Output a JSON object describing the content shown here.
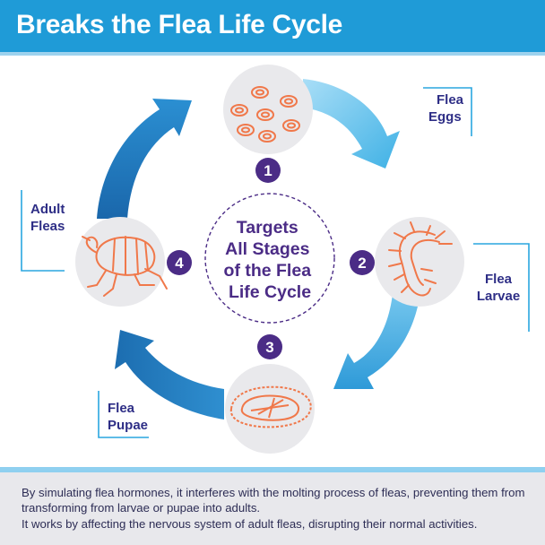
{
  "title": "Breaks the Flea Life Cycle",
  "center": {
    "lines": [
      "Targets",
      "All Stages",
      "of the Flea",
      "Life Cycle"
    ]
  },
  "stages": [
    {
      "number": "1",
      "line1": "Flea",
      "line2": "Eggs"
    },
    {
      "number": "2",
      "line1": "Flea",
      "line2": "Larvae"
    },
    {
      "number": "3",
      "line1": "Flea",
      "line2": "Pupae"
    },
    {
      "number": "4",
      "line1": "Adult",
      "line2": "Fleas"
    }
  ],
  "footer": {
    "paragraph1": "By simulating flea hormones, it interferes with the molting process of fleas, preventing them from transforming from larvae or pupae into adults.",
    "paragraph2": "It works by affecting the nervous system of adult fleas, disrupting their normal activities."
  },
  "colors": {
    "header_bg": "#1f9bd7",
    "arrow_light": "#8fd3f3",
    "arrow_dark": "#1b6fb3",
    "badge": "#4b2c86",
    "illustration": "#f0784a",
    "label_text": "#2e2e86"
  }
}
